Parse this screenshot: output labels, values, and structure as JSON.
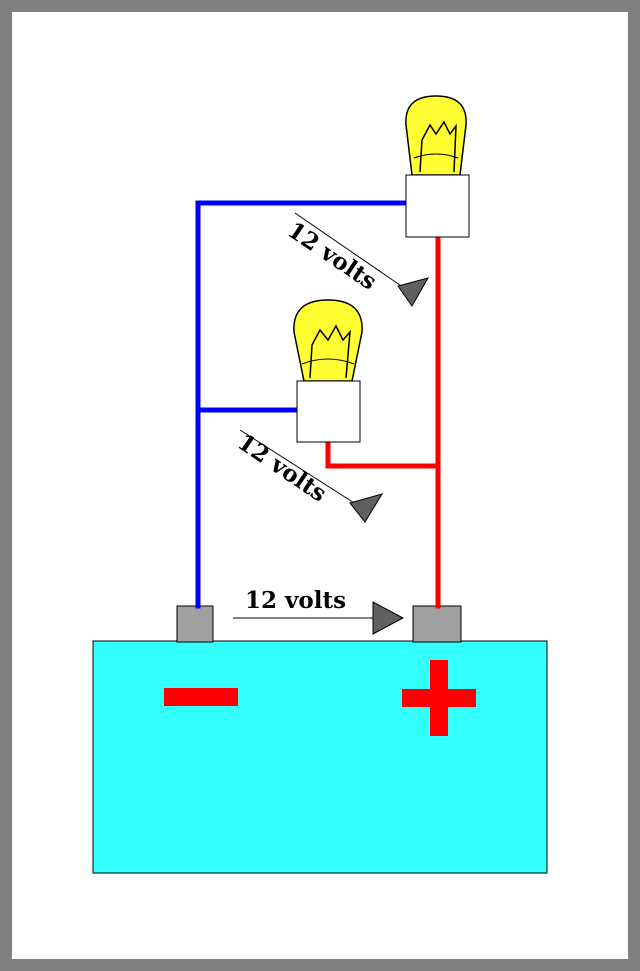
{
  "labels": {
    "voltage_top_bulb": "12 volts",
    "voltage_bottom_bulb": "12 volts",
    "voltage_battery": "12 volts"
  },
  "battery": {
    "negative_symbol": "minus-sign",
    "positive_symbol": "plus-sign"
  },
  "colors": {
    "negative_wire": "#0000ff",
    "positive_wire": "#ff0000",
    "battery_body": "#33ffff",
    "terminal": "#a0a0a0",
    "bulb_glass": "#ffff33",
    "sign": "#ff0000",
    "arrowhead": "#606060",
    "frame": "#808080"
  },
  "icons": [
    "light-bulb-icon",
    "battery-icon"
  ]
}
